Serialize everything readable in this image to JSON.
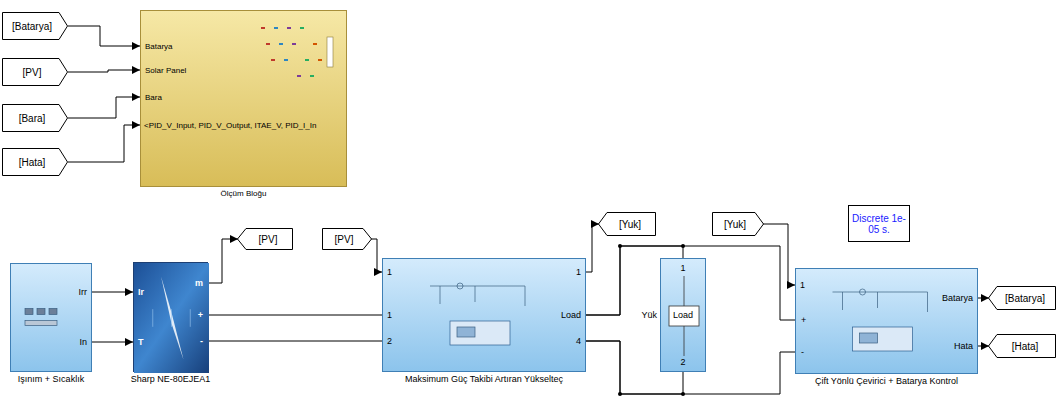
{
  "diagram": {
    "nodes": [
      {
        "text": [
          "[Batarya]"
        ]
      },
      {
        "text": [
          "[PV]"
        ]
      },
      {
        "text": [
          "[Bara]"
        ]
      },
      {
        "text": [
          "[Hata]"
        ]
      },
      {
        "text": [
          "Batarya",
          "Solar Panel",
          "Bara",
          "<PID_V_Input, PID_V_Output, ITAE_V, PID_I_In",
          "Ölçüm Bloğu"
        ]
      },
      {
        "text": [
          "Irr",
          "In",
          "Işınım + Sıcaklık"
        ]
      },
      {
        "text": [
          "Ir",
          "T",
          "m",
          "+",
          "-",
          "Sharp NE-80EJEA1"
        ]
      },
      {
        "text": [
          "[PV]"
        ]
      },
      {
        "text": [
          "[PV]"
        ]
      },
      {
        "text": [
          "1",
          "1",
          "2",
          "1",
          "Load",
          "4",
          "Maksimum Güç Takibi Artıran Yükselteç"
        ]
      },
      {
        "text": [
          "[Yuk]"
        ]
      },
      {
        "text": [
          "1",
          "Load",
          "2",
          "Yük"
        ]
      },
      {
        "text": [
          "[Yuk]"
        ]
      },
      {
        "text": [
          "1",
          "+",
          "-",
          "Batarya",
          "Hata",
          "Çift Yönlü Çevirici + Batarya Kontrol"
        ]
      },
      {
        "text": [
          "[Batarya]"
        ]
      },
      {
        "text": [
          "[Hata]"
        ]
      },
      {
        "text": [
          "Discrete 1e-05 s."
        ]
      }
    ],
    "edges": [
      {
        "from": 0,
        "to": 4,
        "arrow": "to"
      },
      {
        "from": 1,
        "to": 4,
        "arrow": "to"
      },
      {
        "from": 2,
        "to": 4,
        "arrow": "to"
      },
      {
        "from": 3,
        "to": 4,
        "arrow": "to"
      },
      {
        "from": 5,
        "to": 6,
        "arrow": "to"
      },
      {
        "from": 5,
        "to": 6,
        "arrow": "to"
      },
      {
        "from": 6,
        "to": 7,
        "arrow": "to"
      },
      {
        "from": 6,
        "to": 9,
        "arrow": "none"
      },
      {
        "from": 6,
        "to": 9,
        "arrow": "none"
      },
      {
        "from": 8,
        "to": 9,
        "arrow": "to"
      },
      {
        "from": 9,
        "to": 10,
        "arrow": "to"
      },
      {
        "from": 9,
        "to": 11,
        "arrow": "none"
      },
      {
        "from": 9,
        "to": 13,
        "arrow": "none"
      },
      {
        "from": 9,
        "to": 11,
        "arrow": "none"
      },
      {
        "from": 9,
        "to": 13,
        "arrow": "none"
      },
      {
        "from": 12,
        "to": 13,
        "arrow": "to"
      },
      {
        "from": 13,
        "to": 14,
        "arrow": "to"
      },
      {
        "from": 13,
        "to": 15,
        "arrow": "to"
      }
    ]
  }
}
